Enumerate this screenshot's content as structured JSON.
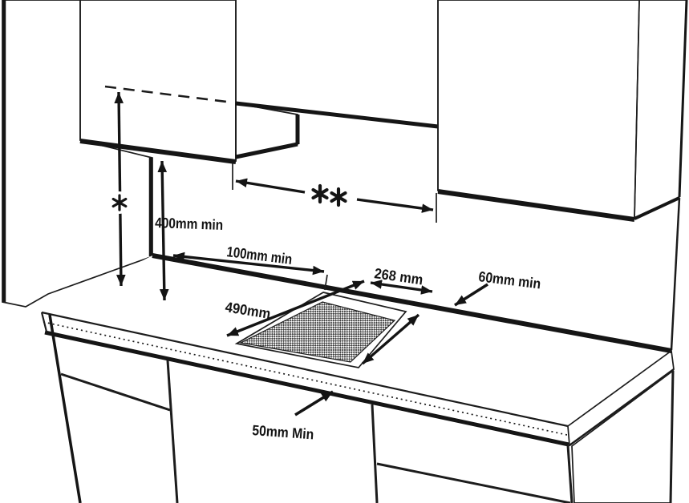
{
  "figure": {
    "kind": "hob-worktop-installation-clearance-line-drawing",
    "colors": {
      "background": "#ffffff",
      "ink": "#1c1c1c"
    }
  },
  "dimensions": {
    "hood_clearance_vertical": "400mm min",
    "side_clearance": "100mm min",
    "cutout_width": "268 mm",
    "rear_clearance": "60mm min",
    "cutout_depth": "490mm",
    "front_clearance": "50mm Min"
  },
  "markers": {
    "single_star": "*",
    "double_star": "**"
  }
}
